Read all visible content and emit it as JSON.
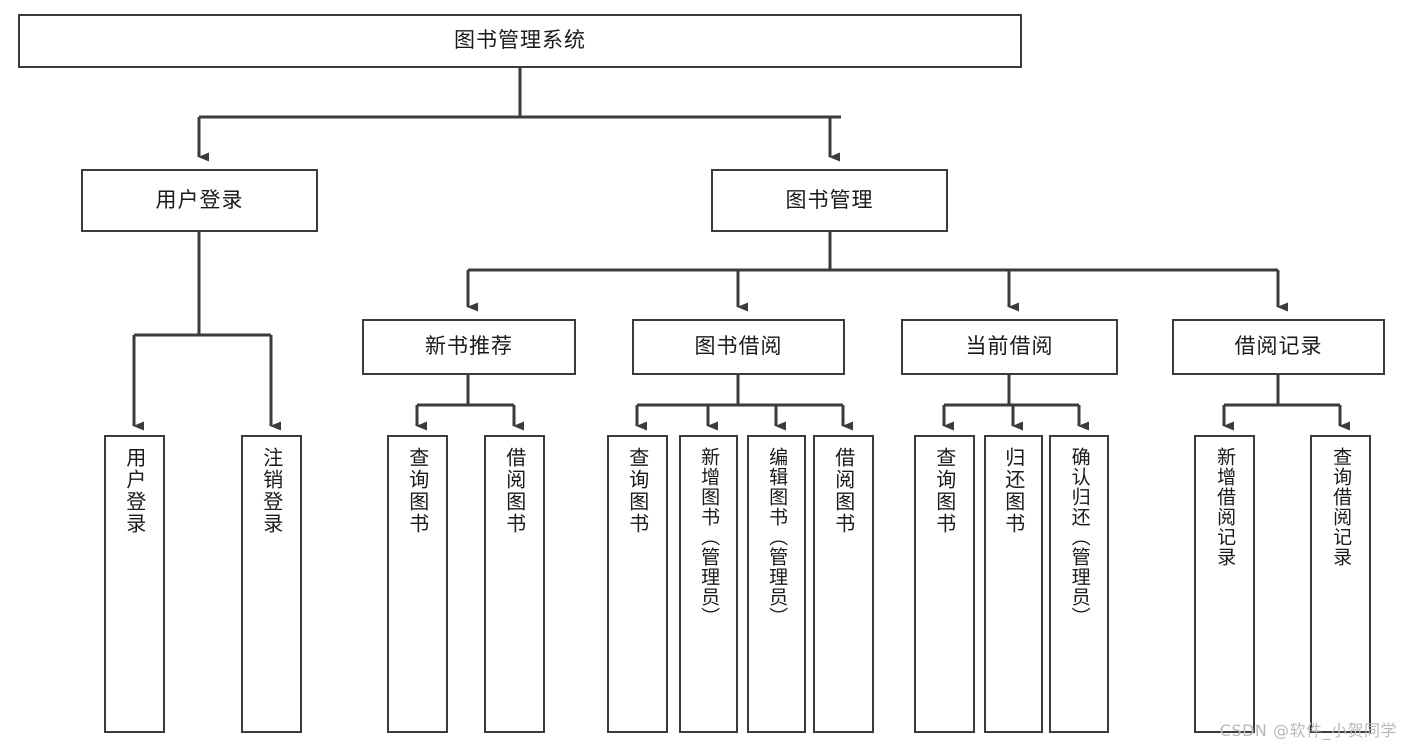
{
  "diagram": {
    "title": "图书管理系统",
    "type": "hierarchy-tree",
    "watermark": "CSDN @软件_小贺同学",
    "nodes": {
      "root": {
        "label": "图书管理系统"
      },
      "level2": [
        {
          "id": "user-login",
          "label": "用户登录"
        },
        {
          "id": "book-management",
          "label": "图书管理"
        }
      ],
      "level3": [
        {
          "id": "new-book-recommend",
          "label": "新书推荐"
        },
        {
          "id": "book-borrow",
          "label": "图书借阅"
        },
        {
          "id": "current-borrow",
          "label": "当前借阅"
        },
        {
          "id": "borrow-record",
          "label": "借阅记录"
        }
      ],
      "leaves": {
        "user-login": [
          {
            "id": "leaf-user-login",
            "label": "用户登录"
          },
          {
            "id": "leaf-logout-login",
            "label": "注销登录"
          }
        ],
        "new-book-recommend": [
          {
            "id": "leaf-query-book-1",
            "label": "查询图书"
          },
          {
            "id": "leaf-borrow-book-1",
            "label": "借阅图书"
          }
        ],
        "book-borrow": [
          {
            "id": "leaf-query-book-2",
            "label": "查询图书"
          },
          {
            "id": "leaf-add-book",
            "label": "新增图书（管理员）"
          },
          {
            "id": "leaf-edit-book",
            "label": "编辑图书（管理员）"
          },
          {
            "id": "leaf-borrow-book-2",
            "label": "借阅图书"
          }
        ],
        "current-borrow": [
          {
            "id": "leaf-query-book-3",
            "label": "查询图书"
          },
          {
            "id": "leaf-return-book",
            "label": "归还图书"
          },
          {
            "id": "leaf-confirm-return",
            "label": "确认归还（管理员）"
          }
        ],
        "borrow-record": [
          {
            "id": "leaf-add-record",
            "label": "新增借阅记录"
          },
          {
            "id": "leaf-query-record",
            "label": "查询借阅记录"
          }
        ]
      }
    },
    "colors": {
      "stroke": "#3b3b3b",
      "fill": "#ffffff",
      "text": "#1a1a1a",
      "watermark": "#b9b9b9"
    }
  }
}
